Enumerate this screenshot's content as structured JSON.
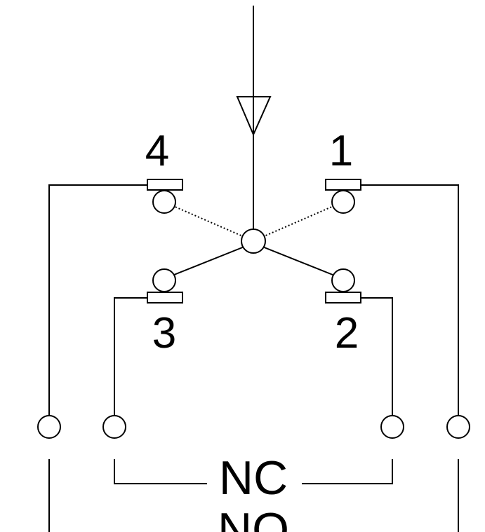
{
  "terminals": {
    "t4": "4",
    "t1": "1",
    "t3": "3",
    "t2": "2"
  },
  "group_labels": {
    "nc": "NC",
    "no": "NO"
  },
  "icons": {
    "input_arrow": "triangle-down-arrow-icon",
    "pivot": "circle-pivot-icon",
    "contact": "contact-roller-icon",
    "terminal": "terminal-circle-icon"
  }
}
